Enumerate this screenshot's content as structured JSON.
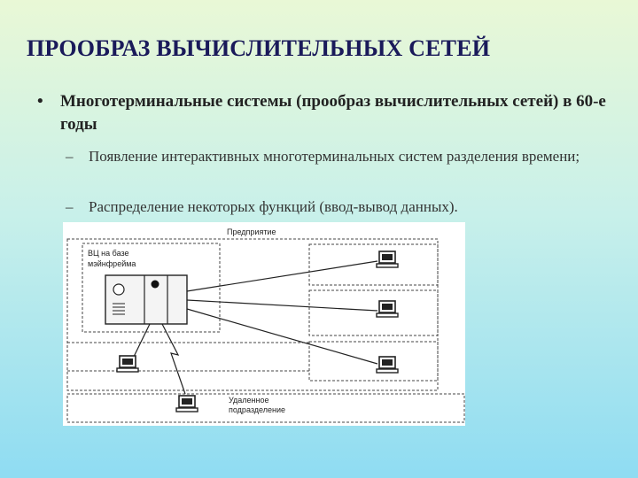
{
  "slide": {
    "title": "ПРООБРАЗ ВЫЧИСЛИТЕЛЬНЫХ СЕТЕЙ",
    "bullet": "Многотерминальные системы (прообраз вычислительных сетей) в 60-е годы",
    "bullet_marker": "•",
    "sub_marker": "–",
    "subbullets": [
      "Появление интерактивных многотерминальных систем разделения времени;",
      "Распределение некоторых функций (ввод-вывод данных)."
    ]
  },
  "diagram": {
    "label_enterprise": "Предприятие",
    "label_mainframe_line1": "ВЦ на базе",
    "label_mainframe_line2": "мэйнфрейма",
    "label_remote_line1": "Удаленное",
    "label_remote_line2": "подразделение",
    "terminal_icon": "computer-terminal-icon",
    "mainframe_icon": "mainframe-icon"
  }
}
